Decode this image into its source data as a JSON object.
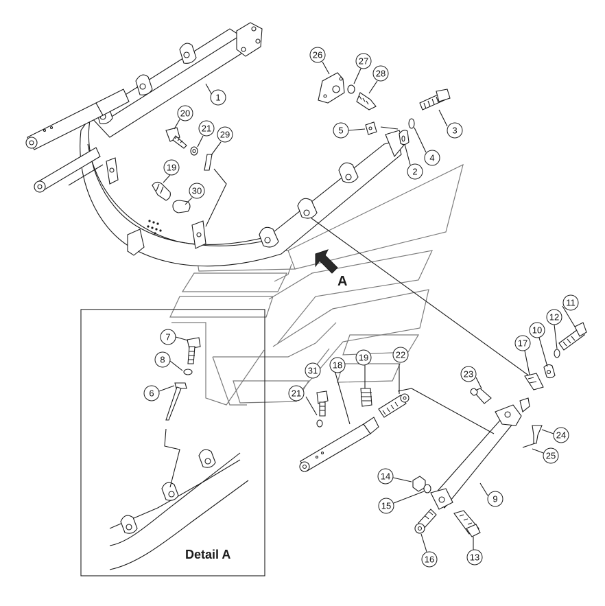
{
  "diagram": {
    "view_marker_label": "A",
    "detail_caption": "Detail A",
    "callouts": [
      "1",
      "2",
      "3",
      "4",
      "5",
      "6",
      "7",
      "8",
      "9",
      "10",
      "11",
      "12",
      "13",
      "14",
      "15",
      "16",
      "17",
      "18",
      "19",
      "20",
      "21",
      "22",
      "23",
      "24",
      "25",
      "26",
      "27",
      "28",
      "29",
      "30",
      "31",
      "21b",
      "19b"
    ],
    "callout_labels": {
      "1": "1",
      "2": "2",
      "3": "3",
      "4": "4",
      "5": "5",
      "6": "6",
      "7": "7",
      "8": "8",
      "9": "9",
      "10": "10",
      "11": "11",
      "12": "12",
      "13": "13",
      "14": "14",
      "15": "15",
      "16": "16",
      "17": "17",
      "18": "18",
      "19": "19",
      "20": "20",
      "21": "21",
      "22": "22",
      "23": "23",
      "24": "24",
      "25": "25",
      "26": "26",
      "27": "27",
      "28": "28",
      "29": "29",
      "30": "30",
      "31": "31",
      "21b": "21",
      "19b": "19"
    }
  },
  "colors": {
    "line": "#1a1a1a",
    "ghost": "#7a7a7a",
    "shade": "#cfcfcf",
    "background": "#ffffff"
  }
}
